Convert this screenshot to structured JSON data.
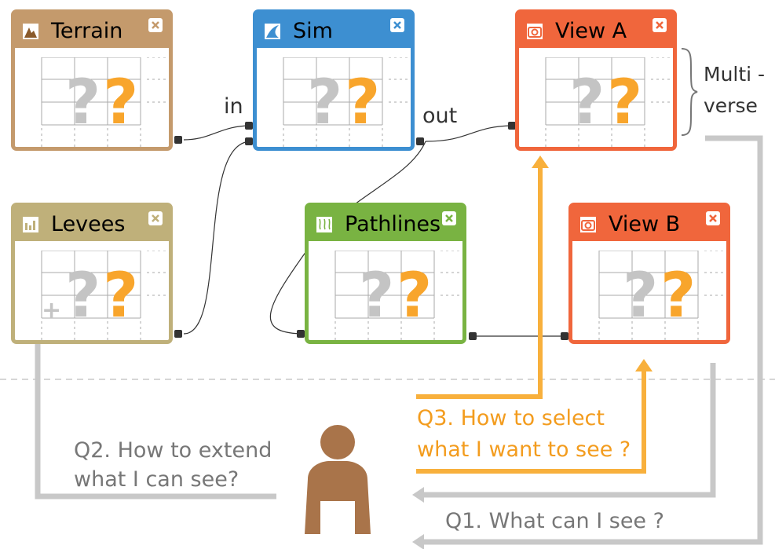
{
  "colors": {
    "terrain": "#c49a6c",
    "sim": "#3d8fd1",
    "view": "#f0663c",
    "levees": "#bfb07a",
    "pathlines": "#79b342",
    "question_gray": "#c4c4c4",
    "question_orange": "#f8a52c",
    "feedback_gray": "#c8c8c8",
    "feedback_orange": "#f8b03c",
    "text_gray": "#777777",
    "text_orange": "#f39c1e"
  },
  "nodes": {
    "terrain": {
      "title": "Terrain",
      "icon": "terrain-icon"
    },
    "sim": {
      "title": "Sim",
      "icon": "wave-icon"
    },
    "view_a": {
      "title": "View A",
      "icon": "camera-icon"
    },
    "levees": {
      "title": "Levees",
      "icon": "levee-icon"
    },
    "pathlines": {
      "title": "Pathlines",
      "icon": "pathlines-icon"
    },
    "view_b": {
      "title": "View B",
      "icon": "camera-icon"
    }
  },
  "placeholder": {
    "mark": "?"
  },
  "ports": {
    "in": "in",
    "out": "out"
  },
  "multiverse": {
    "line1": "Multi -",
    "line2": "verse"
  },
  "questions": {
    "q1": "Q1. What can I see ?",
    "q2_line1": "Q2. How to extend",
    "q2_line2": "what I can see?",
    "q3_line1": "Q3. How to select",
    "q3_line2": "what I want to see ?"
  },
  "add_symbol": "+"
}
